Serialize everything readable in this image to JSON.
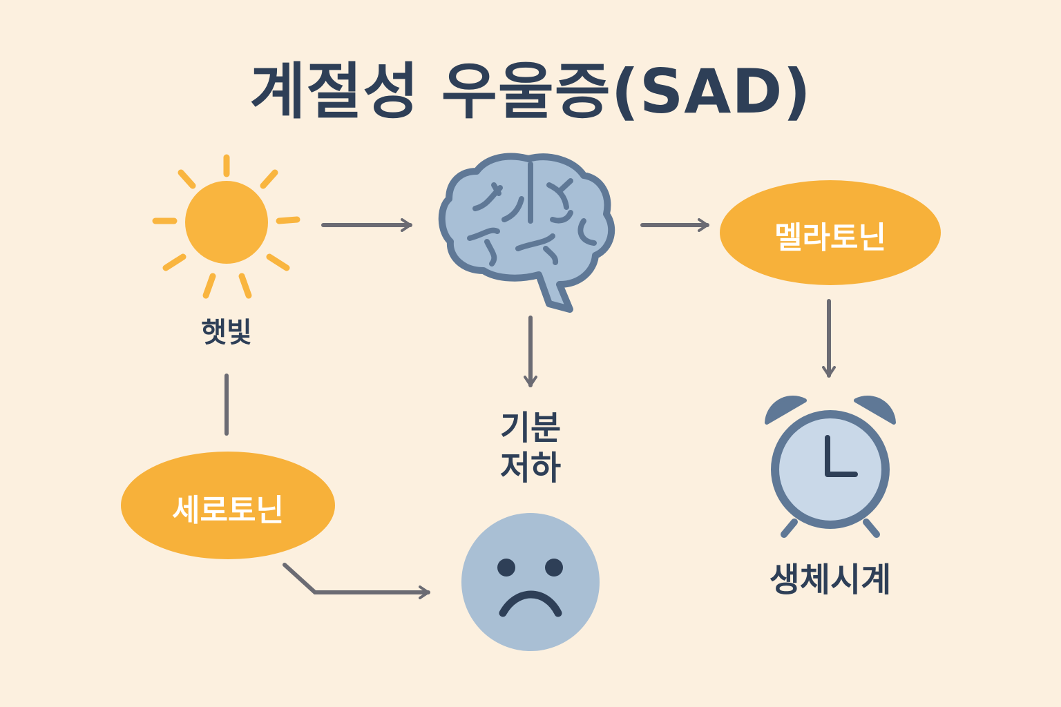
{
  "title": "계절성 우울증(SAD)",
  "nodes": {
    "sunlight": {
      "label": "햇빛",
      "icon": "sun-icon"
    },
    "brain": {
      "icon": "brain-icon"
    },
    "melatonin": {
      "label": "멜라토닌"
    },
    "serotonin": {
      "label": "세로토닌"
    },
    "mood_low": {
      "label_line1": "기분",
      "label_line2": "저하",
      "icon": "sad-face-icon"
    },
    "body_clock": {
      "label": "생체시계",
      "icon": "alarm-clock-icon"
    }
  },
  "colors": {
    "background": "#fcf0df",
    "title_text": "#2e3f57",
    "sun": "#f9b53f",
    "pill": "#f7b13a",
    "brain_fill": "#a8bfd6",
    "brain_stroke": "#5f7896",
    "face_fill": "#a9bfd4",
    "clock_fill": "#c9d8e8",
    "arrow": "#6b6b73"
  }
}
